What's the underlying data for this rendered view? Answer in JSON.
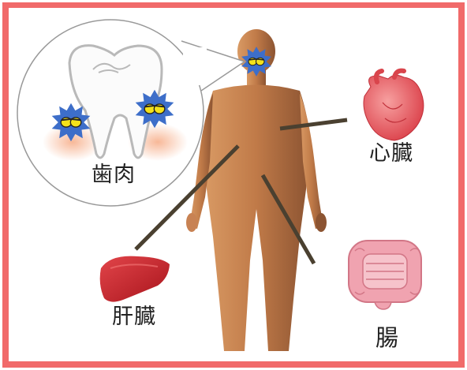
{
  "top_text": "",
  "labels": {
    "gum": "歯肉",
    "heart": "心臓",
    "liver": "肝臓",
    "intestine": "腸"
  },
  "colors": {
    "frame": "#f16a6a",
    "body_skin": "#c88253",
    "bacteria_blue": "#3d6ec9",
    "bacteria_eye": "#f4e21a",
    "connector_line": "#4a4030",
    "heart_red": "#e0454c",
    "liver_red": "#c8222a",
    "intestine_pink": "#f0a3b0"
  },
  "icons": [
    "bacteria-icon",
    "tooth-icon",
    "heart-icon",
    "liver-icon",
    "intestine-icon",
    "human-body-icon"
  ]
}
